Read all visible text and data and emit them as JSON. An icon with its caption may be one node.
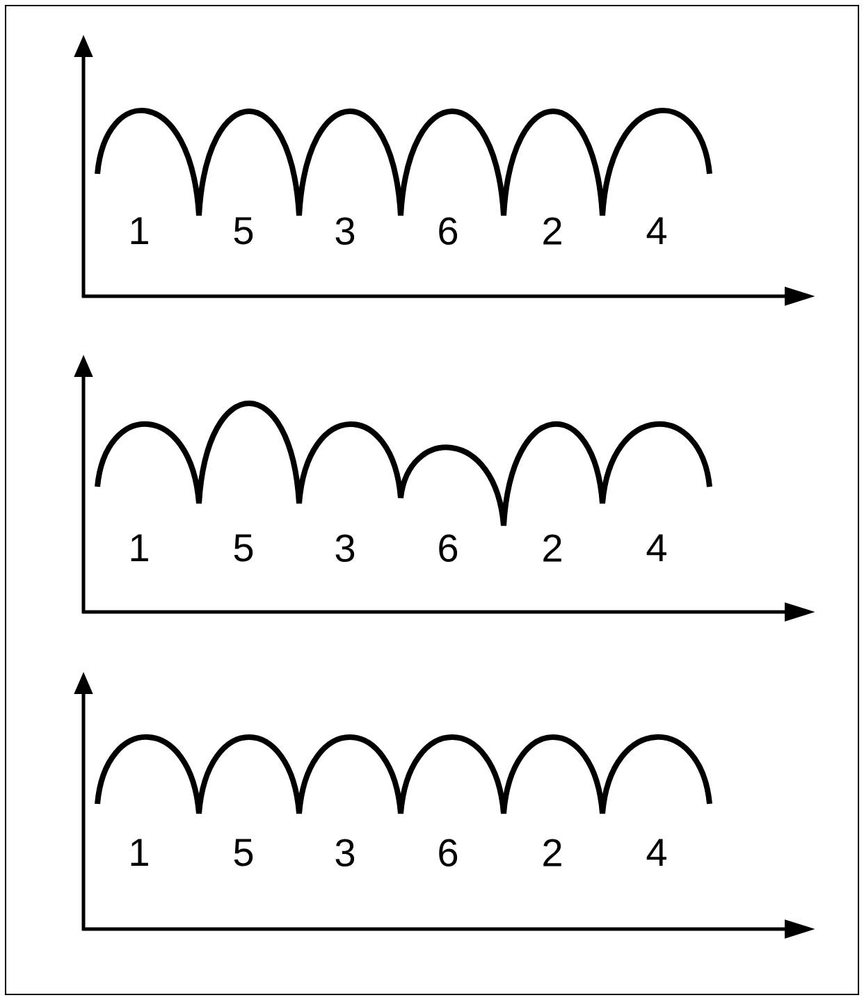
{
  "diagram": {
    "labels": [
      "1",
      "5",
      "3",
      "6",
      "2",
      "4",
      "1",
      "5",
      "3",
      "6",
      "2",
      "4",
      "1",
      "5",
      "3",
      "6",
      "2",
      "4"
    ]
  }
}
